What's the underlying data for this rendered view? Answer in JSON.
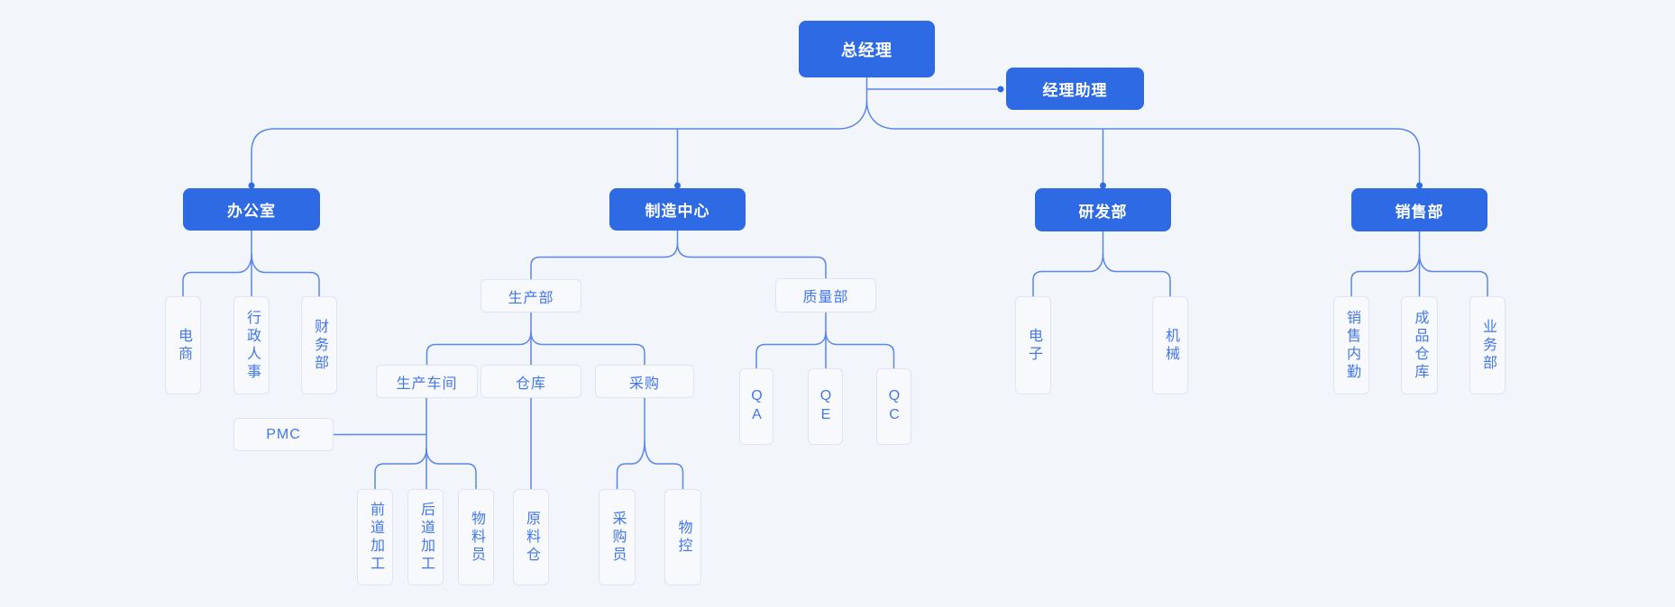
{
  "theme": {
    "background": "#f2f5fa",
    "node_fill": "#2e6ae4",
    "node_text_color": "#ffffff",
    "leaf_fill": "#f7f9fd",
    "leaf_border": "#dfe4f0",
    "leaf_text_color": "#4377e8",
    "connector_color": "#5b87e8"
  },
  "org": {
    "root": {
      "label": "总经理"
    },
    "assistant": {
      "label": "经理助理"
    },
    "departments": [
      {
        "label": "办公室",
        "children": [
          {
            "label": "电商"
          },
          {
            "label": "行政人事"
          },
          {
            "label": "财务部"
          }
        ]
      },
      {
        "label": "制造中心",
        "children": [
          {
            "label": "生产部",
            "children": [
              {
                "label": "生产车间",
                "side": {
                  "label": "PMC"
                },
                "children": [
                  {
                    "label": "前道加工"
                  },
                  {
                    "label": "后道加工"
                  },
                  {
                    "label": "物料员"
                  }
                ]
              },
              {
                "label": "仓库",
                "children": [
                  {
                    "label": "原料仓"
                  }
                ]
              },
              {
                "label": "采购",
                "children": [
                  {
                    "label": "采购员"
                  },
                  {
                    "label": "物控"
                  }
                ]
              }
            ]
          },
          {
            "label": "质量部",
            "children": [
              {
                "label": "QA"
              },
              {
                "label": "QE"
              },
              {
                "label": "QC"
              }
            ]
          }
        ]
      },
      {
        "label": "研发部",
        "children": [
          {
            "label": "电子"
          },
          {
            "label": "机械"
          }
        ]
      },
      {
        "label": "销售部",
        "children": [
          {
            "label": "销售内勤"
          },
          {
            "label": "成品仓库"
          },
          {
            "label": "业务部"
          }
        ]
      }
    ]
  }
}
